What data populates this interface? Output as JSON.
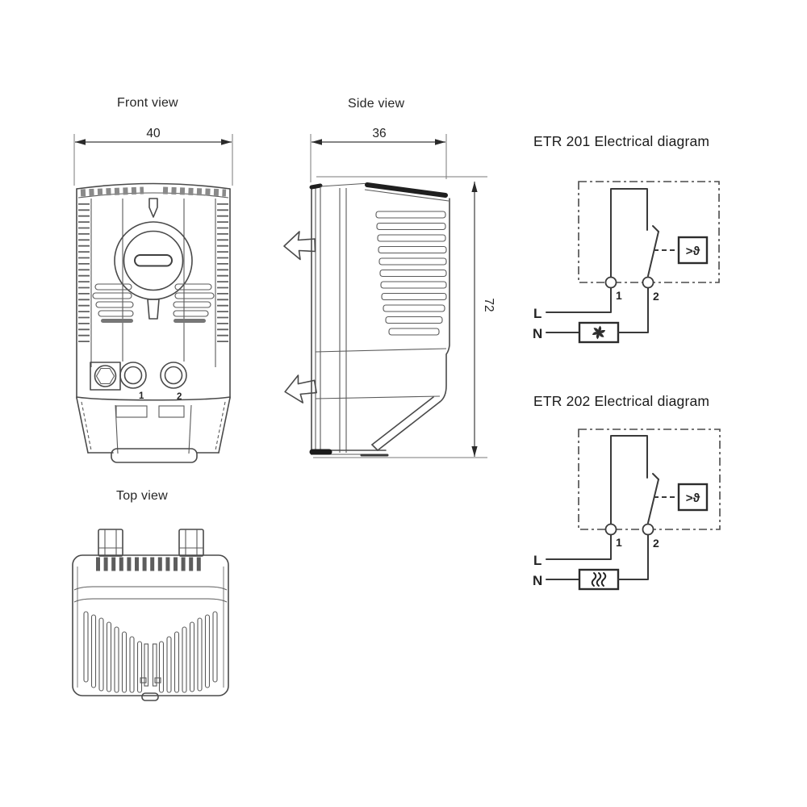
{
  "colors": {
    "background": "#ffffff",
    "line": "#4a4a4a",
    "dark_accent": "#1f1f1f"
  },
  "front_view": {
    "label": "Front view",
    "width_dim": "40",
    "terminal_1": "1",
    "terminal_2": "2"
  },
  "side_view": {
    "label": "Side view",
    "width_dim": "36",
    "height_dim": "72"
  },
  "top_view": {
    "label": "Top view"
  },
  "etr201": {
    "title": "ETR 201 Electrical diagram",
    "line_label": "L",
    "neutral_label": "N",
    "terminal_1": "1",
    "terminal_2": "2",
    "sensor_symbol": ">ϑ",
    "load_icon": "fan-icon",
    "sensor_icon": "temperature-sensor-icon"
  },
  "etr202": {
    "title": "ETR 202 Electrical diagram",
    "line_label": "L",
    "neutral_label": "N",
    "terminal_1": "1",
    "terminal_2": "2",
    "sensor_symbol": ">ϑ",
    "load_icon": "heater-icon",
    "sensor_icon": "temperature-sensor-icon"
  }
}
